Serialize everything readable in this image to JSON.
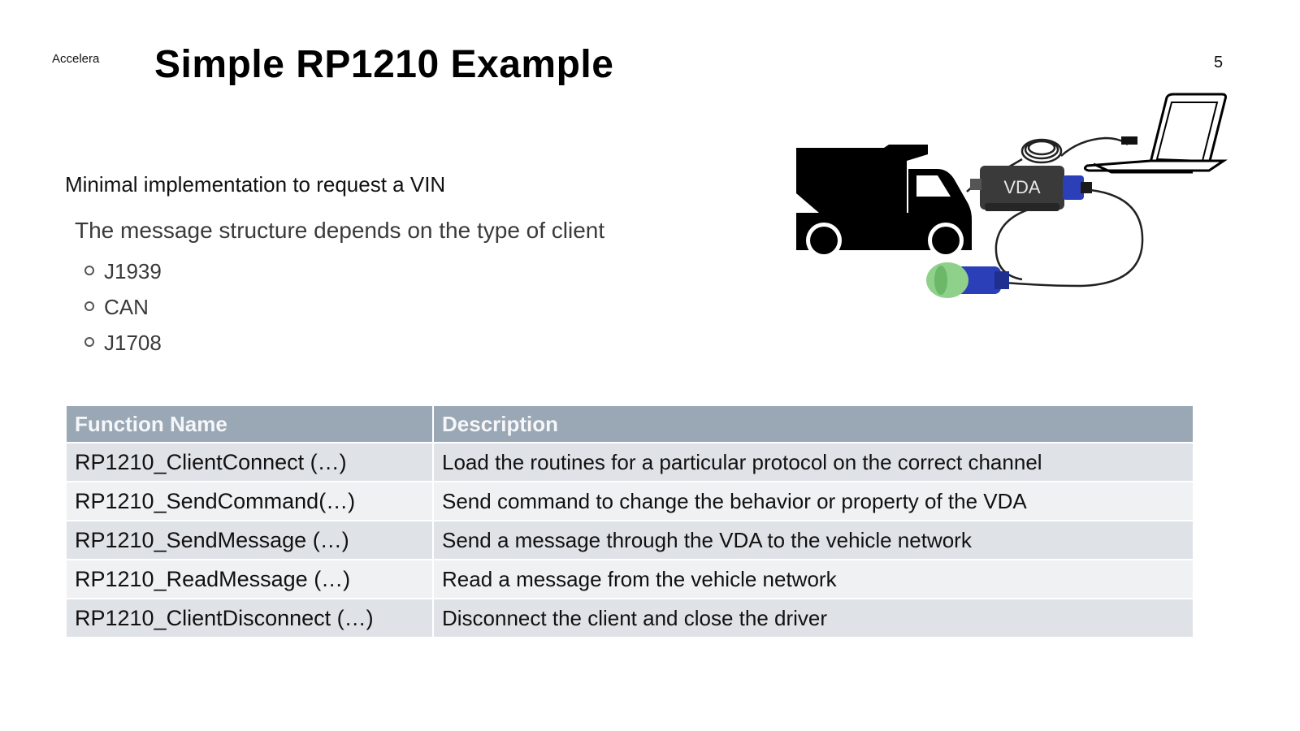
{
  "header": {
    "brand": "Accelera",
    "title": "Simple RP1210 Example",
    "page_number": "5"
  },
  "intro": "Minimal implementation to request a VIN",
  "message_structure": {
    "lead": "The message structure depends on the type of client",
    "clients": [
      "J1939",
      "CAN",
      "J1708"
    ]
  },
  "illustration": {
    "vda_label": "VDA",
    "icons": [
      "truck-icon",
      "laptop-icon",
      "vda-adapter-icon",
      "connector-icon"
    ],
    "colors": {
      "connector_blue": "#2a3fb8",
      "connector_green": "#8fd08a",
      "vda_body": "#3a3a3a"
    }
  },
  "table": {
    "headers": [
      "Function Name",
      "Description"
    ],
    "rows": [
      {
        "name": "RP1210_ClientConnect (…)",
        "desc": "Load the routines for a particular protocol on the correct channel"
      },
      {
        "name": "RP1210_SendCommand(…)",
        "desc": "Send command to change the behavior or property of the VDA"
      },
      {
        "name": "RP1210_SendMessage (…)",
        "desc": "Send a message through the VDA to the vehicle network"
      },
      {
        "name": "RP1210_ReadMessage (…)",
        "desc": "Read a message from the vehicle network"
      },
      {
        "name": "RP1210_ClientDisconnect (…)",
        "desc": "Disconnect the client and close the driver"
      }
    ],
    "colors": {
      "header_bg": "#9aa7b5",
      "row_odd": "#dfe3e8",
      "row_even": "#f0f1f3"
    }
  }
}
